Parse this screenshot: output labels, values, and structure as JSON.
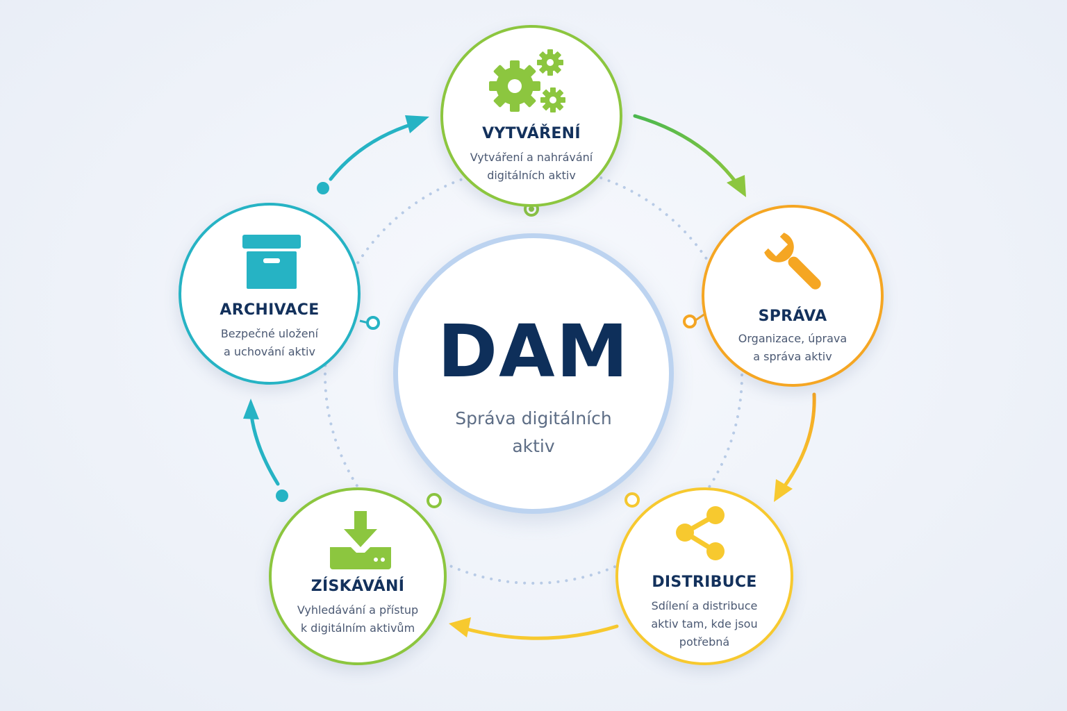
{
  "center": {
    "title": "DAM",
    "subtitle": "Správa digitálních aktiv"
  },
  "nodes": [
    {
      "id": "vytvareni",
      "title": "VYTVÁŘENÍ",
      "description": "Vytváření a nahrávání\ndigitálních aktiv",
      "icon": "gears-icon",
      "color": "#8cc63f"
    },
    {
      "id": "sprava",
      "title": "SPRÁVA",
      "description": "Organizace, úprava\na správa aktiv",
      "icon": "wrench-icon",
      "color": "#f5a623"
    },
    {
      "id": "distribuce",
      "title": "DISTRIBUCE",
      "description": "Sdílení a distribuce\naktiv tam, kde jsou\npotřebná",
      "icon": "share-icon",
      "color": "#f7c92f"
    },
    {
      "id": "ziskavani",
      "title": "ZÍSKÁVÁNÍ",
      "description": "Vyhledávání a přístup\nk digitálním aktivům",
      "icon": "download-icon",
      "color": "#8cc63f"
    },
    {
      "id": "archivace",
      "title": "ARCHIVACE",
      "description": "Bezpečné uložení\na uchování aktiv",
      "icon": "archive-box-icon",
      "color": "#26b3c4"
    }
  ],
  "colors": {
    "navy": "#0e2f5a",
    "ring": "#bcd3f0",
    "dots": "#b8cbe6",
    "teal": "#26b3c4",
    "green": "#8cc63f",
    "orange": "#f5a623",
    "yellow": "#f7c92f"
  }
}
